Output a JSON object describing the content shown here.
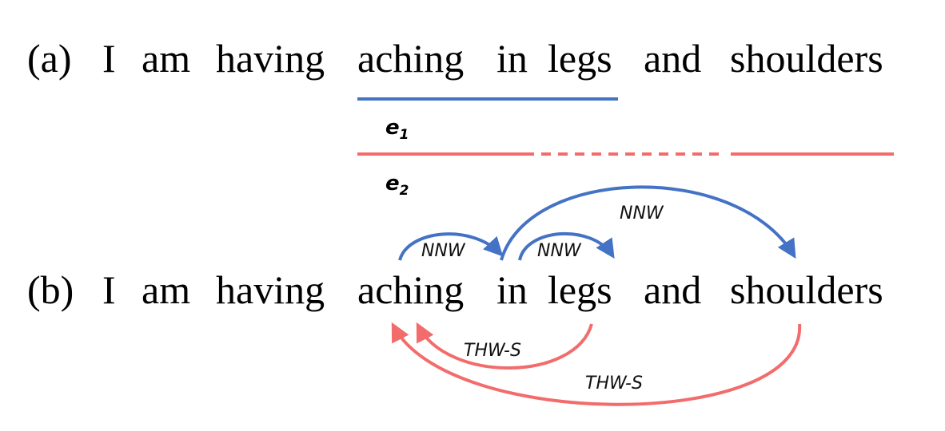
{
  "panel_a": {
    "marker": "(a)",
    "tokens": [
      "I",
      "am",
      "having",
      "aching",
      "in",
      "legs",
      "and",
      "shoulders"
    ],
    "entities": [
      {
        "letter": "e",
        "subscript": "1",
        "color": "#4472C4"
      },
      {
        "letter": "e",
        "subscript": "2",
        "color": "#F36C6C"
      }
    ]
  },
  "panel_b": {
    "marker": "(b)",
    "tokens": [
      "I",
      "am",
      "having",
      "aching",
      "in",
      "legs",
      "and",
      "shoulders"
    ],
    "relations": [
      {
        "label": "NNW",
        "color": "#4472C4"
      },
      {
        "label": "NNW",
        "color": "#4472C4"
      },
      {
        "label": "NNW",
        "color": "#4472C4"
      },
      {
        "label": "THW-S",
        "color": "#F36C6C"
      },
      {
        "label": "THW-S",
        "color": "#F36C6C"
      }
    ]
  }
}
